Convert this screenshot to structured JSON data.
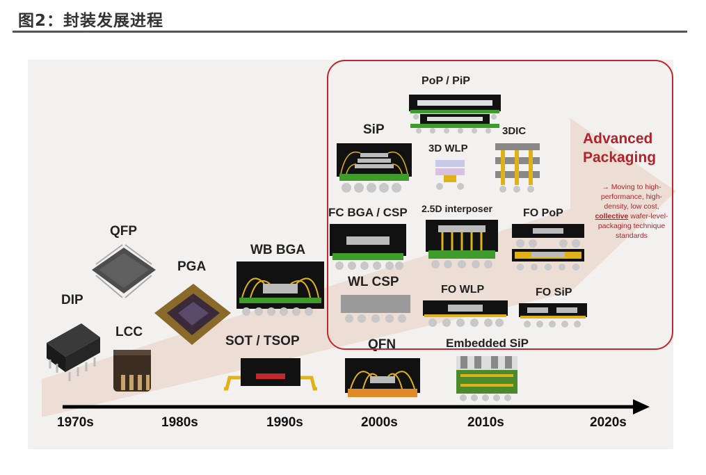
{
  "figure_title": "图2：封装发展进程",
  "timeline": [
    "1970s",
    "1980s",
    "1990s",
    "2000s",
    "2010s",
    "2020s"
  ],
  "packages": {
    "dip": "DIP",
    "lcc": "LCC",
    "qfp": "QFP",
    "pga": "PGA",
    "sot_tsop": "SOT / TSOP",
    "wb_bga": "WB BGA",
    "qfn": "QFN",
    "embedded_sip": "Embedded SiP",
    "wl_csp": "WL CSP",
    "fc_bga_csp": "FC BGA / CSP",
    "fo_wlp": "FO WLP",
    "fo_sip": "FO SiP",
    "fo_pop": "FO PoP",
    "interposer": "2.5D interposer",
    "sip": "SiP",
    "wlp3d": "3D WLP",
    "pop_pip": "PoP / PiP",
    "dic3": "3DIC"
  },
  "advanced": {
    "title": "Advanced Packaging",
    "desc_pre": "→ Moving to high-performance, high-density, low cost, ",
    "desc_emph": "collective",
    "desc_post": " wafer-level-packaging technique standards"
  },
  "colors": {
    "accent_red": "#b1232a",
    "arrow_fill": "#ecdcd2",
    "chip_black": "#111111",
    "solder": "#c8c8c8",
    "wire_gold": "#e0b21a",
    "substrate_green": "#3e9b2c"
  }
}
